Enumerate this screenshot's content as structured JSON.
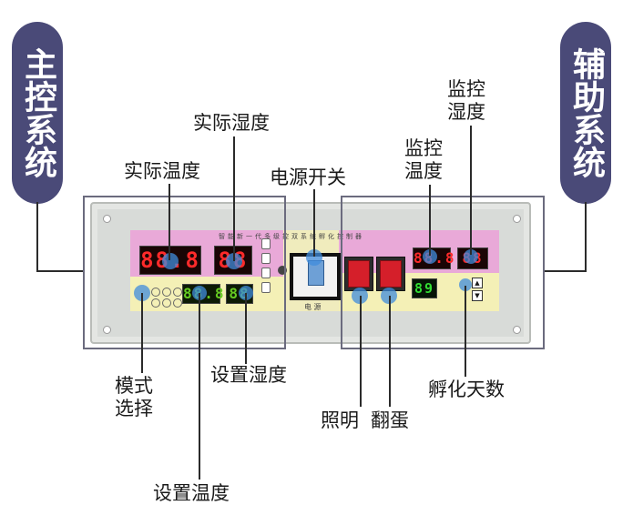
{
  "main_system": "主控系统",
  "aux_system": "辅助系统",
  "labels": {
    "actual_humidity": "实际湿度",
    "actual_temperature": "实际温度",
    "power_switch": "电源开关",
    "monitor_temperature": "监控温度",
    "monitor_humidity": "监控湿度",
    "mode_select": "模式选择",
    "set_humidity": "设置湿度",
    "lighting": "照明",
    "egg_turning": "翻蛋",
    "incubation_days": "孵化天数",
    "set_temperature": "设置温度"
  },
  "panel": {
    "title_strip": "智能新一代多级控双系统孵化控制器",
    "power_label": "电 源",
    "displays": {
      "actual_temp": "88.8",
      "actual_hum": "88",
      "set_temp": "88.8",
      "set_hum": "88",
      "monitor_temp": "88.8",
      "monitor_hum": "88",
      "days": "89"
    }
  },
  "colors": {
    "pill": "#4a4a78",
    "panel_pink": "#e9a9d8",
    "panel_yellow": "#f4f0b6",
    "led_red": "#ff2a2a",
    "led_green": "#33dd33",
    "highlight_blue": "#408cdc"
  }
}
